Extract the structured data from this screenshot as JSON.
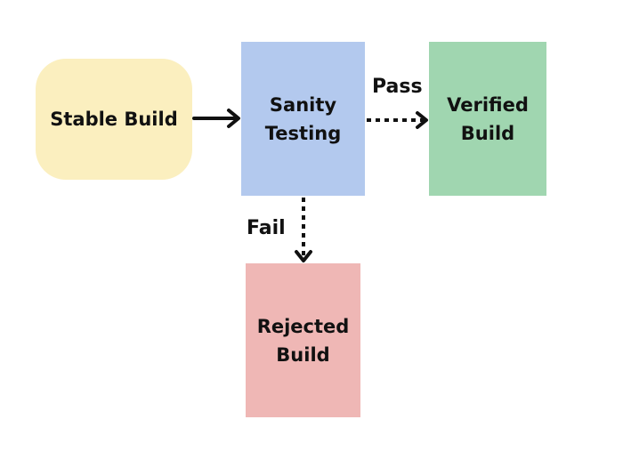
{
  "nodes": {
    "stable": {
      "label": "Stable Build",
      "color": "#fbefbf"
    },
    "sanity": {
      "label": "Sanity\nTesting",
      "color": "#b3c9ee"
    },
    "verified": {
      "label": "Verified\nBuild",
      "color": "#a0d6b0"
    },
    "rejected": {
      "label": "Rejected\nBuild",
      "color": "#efb7b5"
    }
  },
  "edges": {
    "stable_to_sanity": {
      "style": "solid"
    },
    "sanity_to_verified": {
      "label": "Pass",
      "style": "dotted"
    },
    "sanity_to_rejected": {
      "label": "Fail",
      "style": "dotted"
    }
  }
}
